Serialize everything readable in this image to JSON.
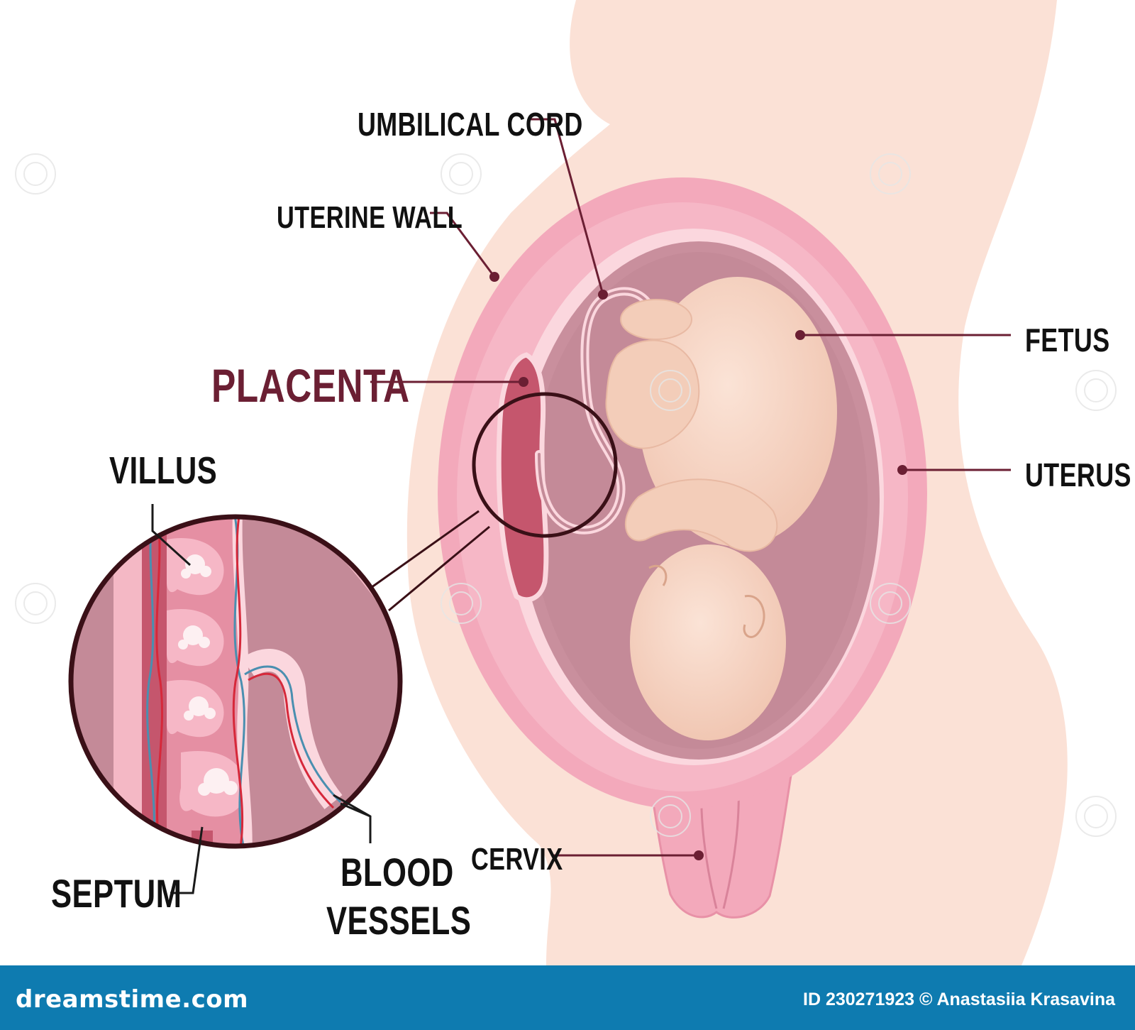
{
  "labels": {
    "umbilical_cord": "UMBILICAL CORD",
    "uterine_wall": "UTERINE WALL",
    "placenta": "PLACENTA",
    "villus": "VILLUS",
    "septum": "SEPTUM",
    "blood": "BLOOD",
    "vessels": "VESSELS",
    "cervix": "CERVIX",
    "fetus": "FETUS",
    "uterus": "UTERUS"
  },
  "footer": {
    "brand": "dreamstime.com",
    "credit": "ID 230271923 © Anastasiia Krasavina"
  },
  "colors": {
    "skin": "#fbe1d6",
    "uterus": "#f3a9bb",
    "uterus_inner": "#f8c8d2",
    "amniotic": "#c98f9d",
    "fetus": "#f6d4c2",
    "placenta": "#c5566d",
    "leader": "#6b1f33",
    "placenta_text": "#6b1f33",
    "footer": "#0e7bb0"
  }
}
